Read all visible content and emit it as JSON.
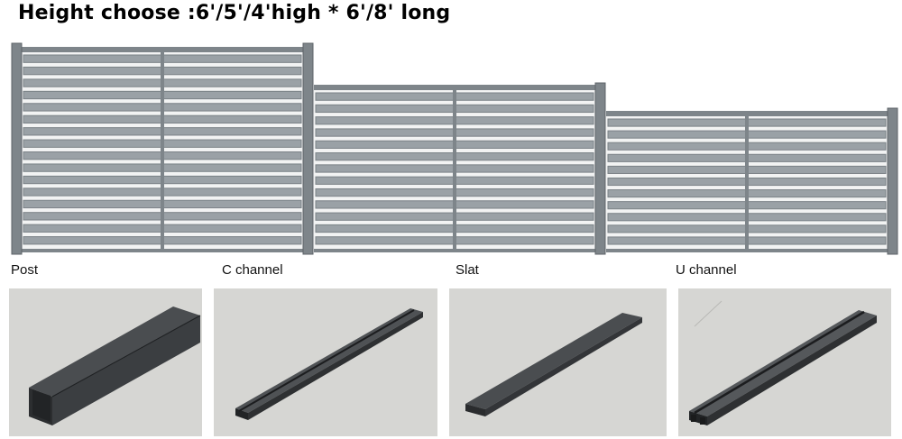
{
  "title": "Height choose :6'/5'/4'high * 6'/8' long",
  "components": [
    {
      "label": "Post",
      "icon": "post-icon"
    },
    {
      "label": "C channel",
      "icon": "c-channel-icon"
    },
    {
      "label": "Slat",
      "icon": "slat-icon"
    },
    {
      "label": "U channel",
      "icon": "u-channel-icon"
    }
  ],
  "colors": {
    "frame": "#7e858a",
    "slat": "#9aa1a6",
    "part": "#3a3c3e",
    "part_light": "#55585b",
    "card_bg": "#d6d6d3"
  }
}
